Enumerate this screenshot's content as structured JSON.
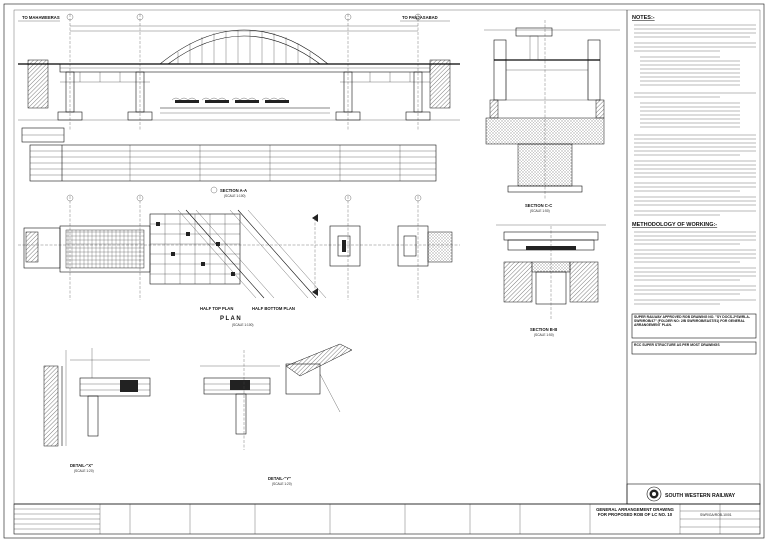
{
  "directions": {
    "left": "TO MAHAWEERAS",
    "right": "TO PANJASABAD"
  },
  "section_aa": {
    "title": "SECTION A-A",
    "scale": "(SCALE 1:100)"
  },
  "plan": {
    "title": "P L A N",
    "scale": "(SCALE 1:100)",
    "half_top": "HALF TOP PLAN",
    "half_bottom": "HALF BOTTOM PLAN"
  },
  "section_cc": {
    "title": "SECTION C-C",
    "scale": "(SCALE 1:50)"
  },
  "section_bb": {
    "title": "SECTION B-B",
    "scale": "(SCALE 1:50)"
  },
  "detail_x": {
    "title": "DETAIL-\"X\"",
    "scale": "(SCALE 1:20)"
  },
  "detail_y": {
    "title": "DETAIL-\"Y\"",
    "scale": "(SCALE 1:20)"
  },
  "notes": {
    "heading": "NOTES:-",
    "methodology_heading": "METHODOLOGY OF WORKING:-"
  },
  "boxes": {
    "approval": "SUPER RAILWAY APPROVED ROB DRAWING NO. \"SY DOCS-2*SWRLA-SWR/ROB/47\" (FOLDER NO: 2/B SWR/ROB/EAST/51) FOR GENERAL ARRANGEMENT PLAN.",
    "rcc": "RCC SUPER STRUCTURE AS PER MOST DRAWINGS"
  },
  "title_block": {
    "railway": "SOUTH WESTERN RAILWAY",
    "drawing_title": "GENERAL ARRANGEMENT DRAWING FOR PROPOSED ROB OF LC NO. 10",
    "drawing_no": "SWR/GA/ROB-10/01"
  },
  "colors": {
    "ink": "#111111",
    "paper": "#ffffff"
  },
  "icons": {
    "railway_logo": "railway-emblem-icon",
    "north": "north-arrow-icon"
  }
}
